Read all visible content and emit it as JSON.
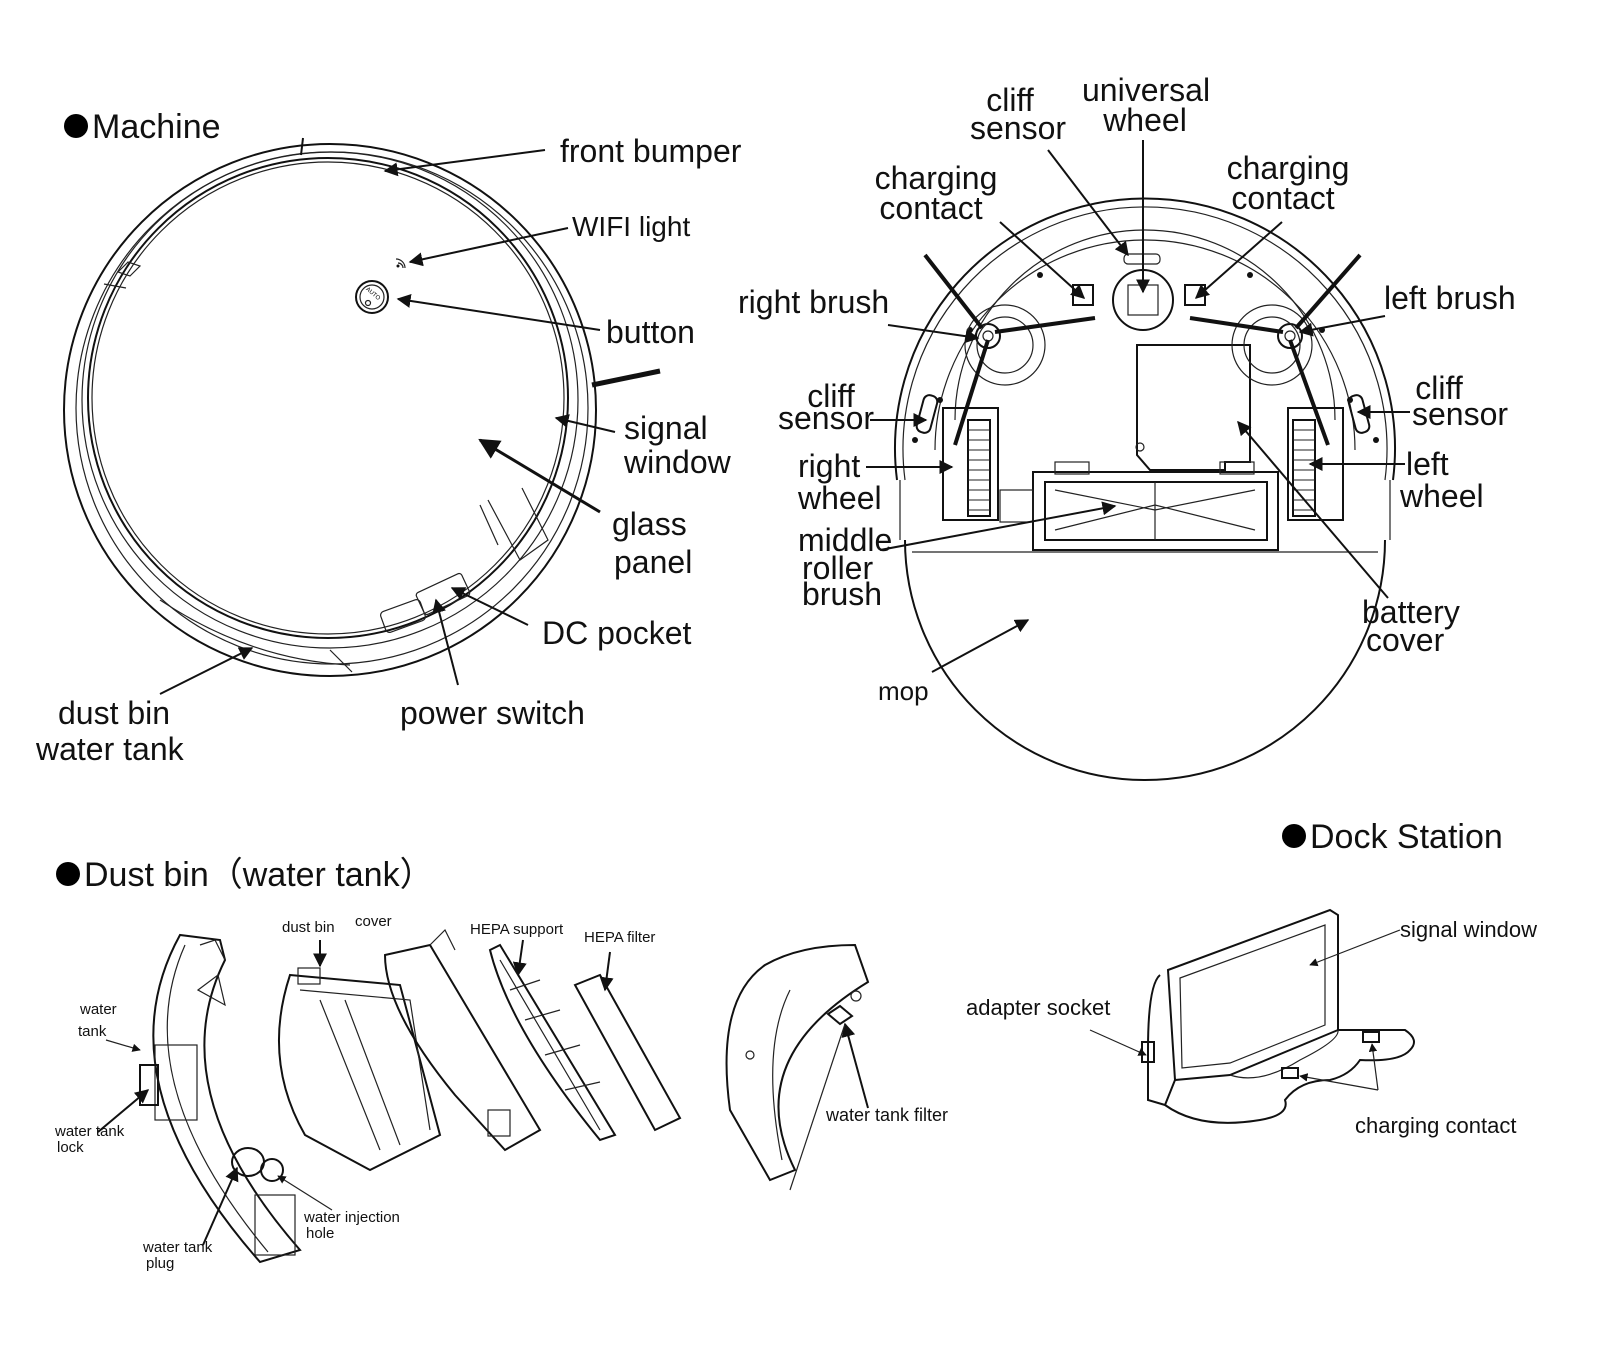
{
  "sections": {
    "machine": {
      "title": "Machine"
    },
    "bottom": {
      "title": ""
    },
    "dust_bin": {
      "title": "Dust  bin（water  tank）"
    },
    "dock": {
      "title": "Dock Station"
    }
  },
  "machine_labels": {
    "front_bumper": "front bumper",
    "wifi_light": "WIFI light",
    "button": "button",
    "signal_window_1": "signal",
    "signal_window_2": "window",
    "glass_panel_1": "glass",
    "glass_panel_2": "panel",
    "dc_pocket": "DC pocket",
    "power_switch": "power switch",
    "dust_bin_1": "dust bin",
    "dust_bin_2": "water tank",
    "button_text": "AUTO"
  },
  "bottom_labels": {
    "cliff_sensor_top_1": "cliff",
    "cliff_sensor_top_2": "sensor",
    "universal_wheel_1": "universal",
    "universal_wheel_2": "wheel",
    "charging_contact_l_1": "charging",
    "charging_contact_l_2": "contact",
    "charging_contact_r_1": "charging",
    "charging_contact_r_2": "contact",
    "right_brush": "right brush",
    "left_brush": "left brush",
    "cliff_sensor_l_1": "cliff",
    "cliff_sensor_l_2": "sensor",
    "cliff_sensor_r_1": "cliff",
    "cliff_sensor_r_2": "sensor",
    "right_wheel_1": "right",
    "right_wheel_2": "wheel",
    "left_wheel_1": "left",
    "left_wheel_2": "wheel",
    "middle_roller_1": "middle",
    "middle_roller_2": "roller",
    "middle_roller_3": "brush",
    "battery_cover_1": "battery",
    "battery_cover_2": "cover",
    "mop": "mop"
  },
  "dust_bin_labels": {
    "water_tank_1": "water",
    "water_tank_2": "tank",
    "water_tank_lock_1": "water tank",
    "water_tank_lock_2": "lock",
    "water_tank_plug_1": "water tank",
    "water_tank_plug_2": "plug",
    "water_injection_1": "water injection",
    "water_injection_2": "hole",
    "dust_bin": "dust bin",
    "cover": "cover",
    "hepa_support": "HEPA support",
    "hepa_filter": "HEPA filter",
    "water_tank_filter": "water tank filter"
  },
  "dock_labels": {
    "signal_window": "signal window",
    "adapter_socket": "adapter socket",
    "charging_contact": "charging contact"
  }
}
